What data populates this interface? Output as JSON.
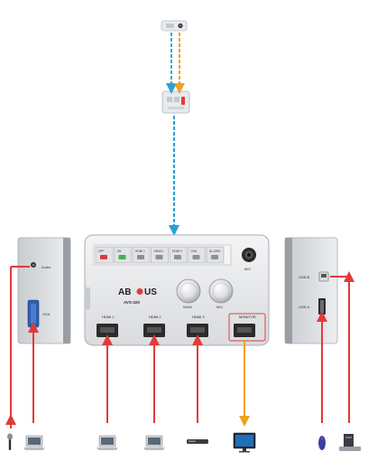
{
  "device": {
    "brand_left": "AB",
    "brand_right": "US",
    "model": "AVS-320",
    "buttons": [
      "OFF",
      "ON",
      "HDMI 1",
      "HDMI 2",
      "HDMI 3",
      "VGA",
      "AL-KINS"
    ],
    "mic_jack_label": "MIC",
    "knobs": [
      "MAIN",
      "MIC"
    ],
    "ports": [
      "HDMI 1",
      "HDMI 2",
      "HDMI 3",
      "MONITOR"
    ]
  },
  "left_panel": {
    "audio_label": "Audio",
    "vga_label": "VGA"
  },
  "right_panel": {
    "usb_b_label": "USB-B",
    "usb_a_label": "USB-A"
  },
  "colors": {
    "input_line": "#e23a3a",
    "output_line": "#f0a020",
    "control_line": "#3aa8d8",
    "network_line": "#2aa0d6",
    "device_body": "#e6e7e9",
    "monitor_frame": "#d8453f"
  },
  "bottom_devices": [
    "microphone-icon",
    "laptop-icon",
    "laptop-icon",
    "laptop-icon",
    "media-player-icon",
    "monitor-icon",
    "mouse-icon",
    "desktop-pc-icon"
  ]
}
